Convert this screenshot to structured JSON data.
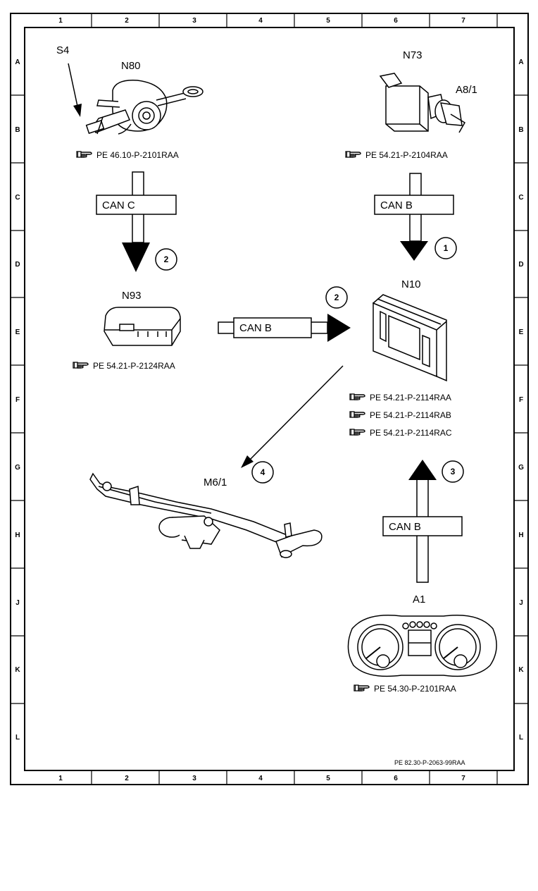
{
  "grid": {
    "columns": [
      "1",
      "2",
      "3",
      "4",
      "5",
      "6",
      "7"
    ],
    "rows": [
      "A",
      "B",
      "C",
      "D",
      "E",
      "F",
      "G",
      "H",
      "J",
      "K",
      "L"
    ]
  },
  "components": {
    "s4": "S4",
    "n80": "N80",
    "n73": "N73",
    "a8_1": "A8/1",
    "n93": "N93",
    "n10": "N10",
    "m6_1": "M6/1",
    "a1": "A1"
  },
  "references": {
    "n80": "PE 46.10-P-2101RAA",
    "n73": "PE 54.21-P-2104RAA",
    "n93": "PE 54.21-P-2124RAA",
    "n10_a": "PE 54.21-P-2114RAA",
    "n10_b": "PE 54.21-P-2114RAB",
    "n10_c": "PE 54.21-P-2114RAC",
    "a1": "PE 54.30-P-2101RAA"
  },
  "buses": {
    "n80_to_n93": "CAN C",
    "n73_to_n10": "CAN B",
    "n93_to_n10": "CAN B",
    "a1_to_n10": "CAN B"
  },
  "steps": {
    "n73_to_n10": "1",
    "n80_to_n93": "2",
    "n93_to_n10": "2",
    "a1_to_n10": "3",
    "n10_to_m6_1": "4"
  },
  "footer": "PE 82.30-P-2063-99RAA"
}
